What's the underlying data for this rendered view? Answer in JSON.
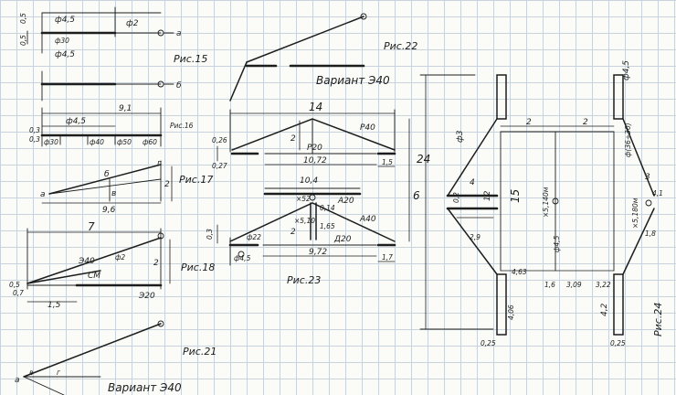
{
  "figures": {
    "fig15": {
      "caption": "Рис.15",
      "d1": "ф4,5",
      "d2": "ф2",
      "d3": "ф30",
      "d4": "ф4,5",
      "t1": "0,5",
      "t2": "0,5",
      "a": "а",
      "b": "б"
    },
    "fig16": {
      "caption": "Рис.16",
      "len": "9,1",
      "d": "ф4,5",
      "t1": "0,3",
      "t2": "0,3",
      "d30": "ф30",
      "d40": "ф40",
      "d50": "ф50",
      "d60": "ф60"
    },
    "fig17": {
      "caption": "Рис.17",
      "a": "а",
      "b": "б",
      "v": "в",
      "g": "г",
      "h": "2",
      "len": "9,6"
    },
    "fig18": {
      "caption": "Рис.18",
      "len": "7",
      "e40": "Э40",
      "phi2": "ф2",
      "cm": "СМ",
      "e20": "Э20",
      "h": "2",
      "w": "1,5",
      "s1": "0,5",
      "s2": "0,7"
    },
    "fig21": {
      "caption": "Рис.21",
      "a": "а",
      "v": "в",
      "g": "г",
      "variant": "Вариант Э40"
    },
    "fig22": {
      "caption": "Рис.22",
      "variant": "Вариант Э40"
    },
    "fig23": {
      "caption": "Рис.23",
      "top_len": "14",
      "r40": "Р40",
      "r20": "Р20",
      "len_1072": "10,72",
      "len_15": "1,5",
      "len_104": "10,4",
      "h2": "2",
      "h6": "6",
      "a20": "А20",
      "a40": "А40",
      "d20": "Д20",
      "len_972": "9,72",
      "len_17": "1,7",
      "d22": "ф22",
      "d45": "ф4,5",
      "h03": "0,3",
      "v026": "0,26",
      "v027": "0,27",
      "x52": "×52",
      "x510": "×5,10",
      "v014": "0,14",
      "v165": "1,65",
      "h2b": "2"
    },
    "fig24": {
      "caption": "Рис.24",
      "h24": "24",
      "phi3": "ф3",
      "z1": "2",
      "z2": "2",
      "phi45": "ф4,5",
      "phi3630": "ф(36÷30)",
      "v3": "3",
      "v4": "4",
      "v12": "12",
      "v15": "15",
      "v29": "2,9",
      "v02": "0,2",
      "x5140": "×5,140м",
      "x5180": "×5,180м",
      "v41": "4,1",
      "v18": "1,8",
      "v463": "4,63",
      "v406": "4,06",
      "v16": "1,6",
      "v309": "3,09",
      "v322": "3,22",
      "v42": "4,2",
      "v025a": "0,25",
      "v025b": "0,25",
      "phi45b": "ф4,5"
    }
  }
}
